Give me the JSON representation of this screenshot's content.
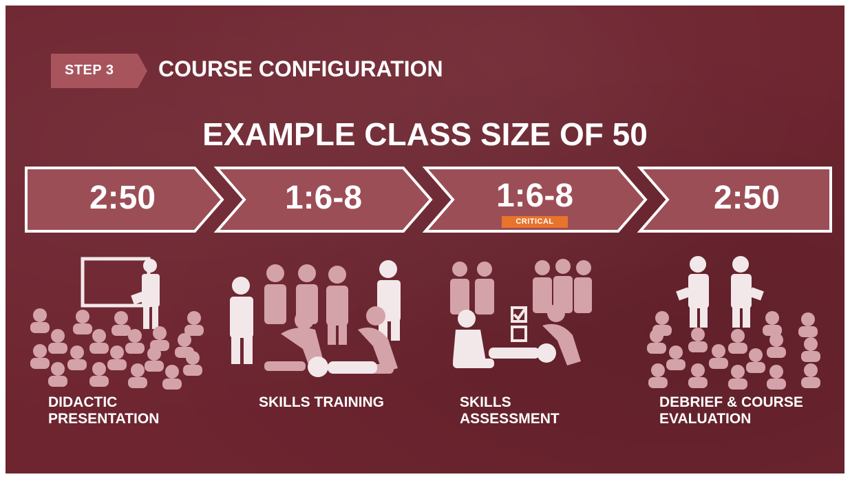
{
  "header": {
    "step_label": "STEP 3",
    "title": "COURSE CONFIGURATION"
  },
  "subtitle": "EXAMPLE CLASS SIZE OF 50",
  "stages": [
    {
      "ratio": "2:50",
      "label_line1": "DIDACTIC",
      "label_line2": "PRESENTATION",
      "icon": "classroom-lecture-icon"
    },
    {
      "ratio": "1:6-8",
      "label_line1": "SKILLS TRAINING",
      "label_line2": "",
      "icon": "cpr-training-icon"
    },
    {
      "ratio": "1:6-8",
      "badge": "CRITICAL",
      "label_line1": "SKILLS",
      "label_line2": "ASSESSMENT",
      "icon": "skills-checklist-icon"
    },
    {
      "ratio": "2:50",
      "label_line1": "DEBRIEF & COURSE",
      "label_line2": "EVALUATION",
      "icon": "debrief-audience-icon"
    }
  ],
  "colors": {
    "background": "#6e2530",
    "chevron_fill": "#9c4e57",
    "chevron_outline": "#ffffff",
    "badge": "#e8742c",
    "figure": "#d4a3a9"
  }
}
